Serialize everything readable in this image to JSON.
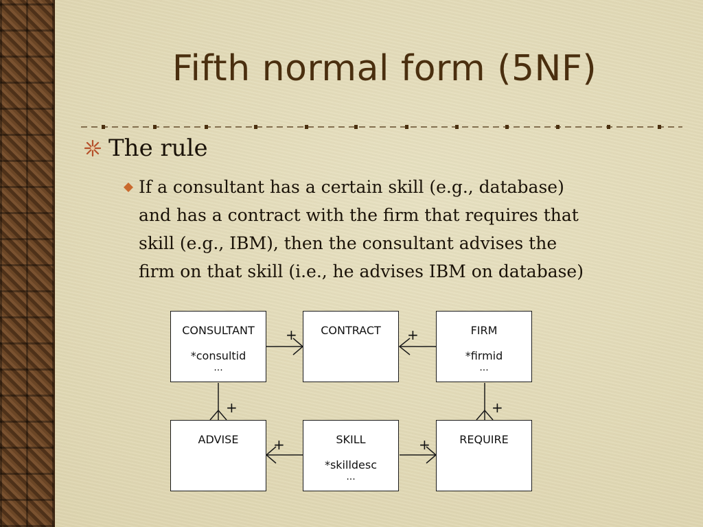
{
  "slide": {
    "title": "Fifth normal form (5NF)",
    "bullet_level1": "The rule",
    "bullet_level2_lines": [
      "If a consultant has a certain skill (e.g., database)",
      "and has a contract with the firm that requires that",
      "skill (e.g., IBM), then the consultant advises the",
      "firm on that skill (i.e., he advises IBM on database)"
    ]
  },
  "diagram": {
    "entities": {
      "consultant": {
        "name": "CONSULTANT",
        "attr": "*consultid",
        "more": "..."
      },
      "contract": {
        "name": "CONTRACT"
      },
      "firm": {
        "name": "FIRM",
        "attr": "*firmid",
        "more": "..."
      },
      "advise": {
        "name": "ADVISE"
      },
      "skill": {
        "name": "SKILL",
        "attr": "*skilldesc",
        "more": "..."
      },
      "require": {
        "name": "REQUIRE"
      }
    },
    "cardinality_symbol": "+"
  },
  "colors": {
    "background": "#e3dbb8",
    "sidebar": "#5a3a1e",
    "title": "#4a2f0f",
    "bullet_star": "#b5502a",
    "bullet_diamond": "#c9692d"
  },
  "icons": {
    "bullet_level1": "star-bullet-icon",
    "bullet_level2": "diamond-bullet-icon"
  }
}
